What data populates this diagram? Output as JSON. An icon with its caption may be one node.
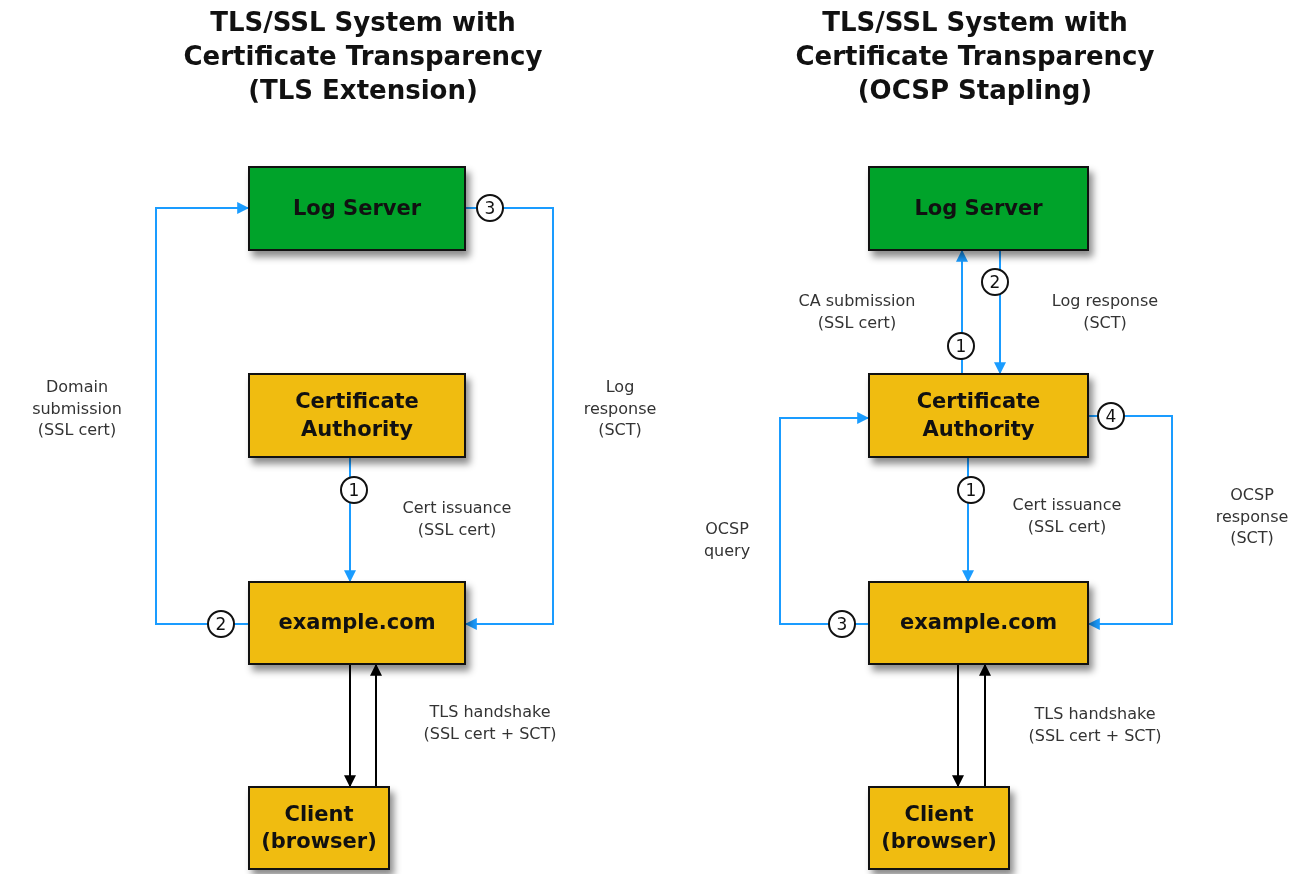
{
  "diagram": {
    "nodes": [
      {
        "text": [
          "Log Server"
        ]
      },
      {
        "text": [
          "Certificate Authority"
        ]
      },
      {
        "text": [
          "example.com"
        ]
      },
      {
        "text": [
          "Client (browser)"
        ]
      },
      {
        "text": [
          "Log Server"
        ]
      },
      {
        "text": [
          "Certificate Authority"
        ]
      },
      {
        "text": [
          "example.com"
        ]
      },
      {
        "text": [
          "Client (browser)"
        ]
      }
    ],
    "edges": [
      {
        "from": 2,
        "to": 0,
        "arrow": "to",
        "label": "Domain submission (SSL cert)"
      },
      {
        "from": 0,
        "to": 2,
        "arrow": "to",
        "label": "Log response (SCT)"
      },
      {
        "from": 1,
        "to": 2,
        "arrow": "to",
        "label": "Cert issuance (SSL cert)"
      },
      {
        "from": 2,
        "to": 3,
        "arrow": "to",
        "color": "#000000"
      },
      {
        "from": 3,
        "to": 2,
        "arrow": "to",
        "color": "#000000",
        "label": "TLS handshake (SSL cert + SCT)"
      },
      {
        "from": 5,
        "to": 4,
        "arrow": "to",
        "label": "CA submission (SSL cert)"
      },
      {
        "from": 4,
        "to": 5,
        "arrow": "to",
        "label": "Log response (SCT)"
      },
      {
        "from": 6,
        "to": 5,
        "arrow": "to",
        "label": "OCSP query"
      },
      {
        "from": 5,
        "to": 6,
        "arrow": "to",
        "label": "OCSP response (SCT)"
      },
      {
        "from": 5,
        "to": 6,
        "arrow": "to",
        "label": "Cert issuance (SSL cert)"
      },
      {
        "from": 6,
        "to": 7,
        "arrow": "to",
        "color": "#000000"
      },
      {
        "from": 7,
        "to": 6,
        "arrow": "to",
        "color": "#000000",
        "label": "TLS handshake (SSL cert + SCT)"
      }
    ],
    "labels": [
      "TLS/SSL System with Certificate Transparency (TLS Extension)",
      "TLS/SSL System with Certificate Transparency (OCSP Stapling)",
      "3",
      "1",
      "2",
      "2",
      "1",
      "4",
      "1",
      "3"
    ]
  }
}
